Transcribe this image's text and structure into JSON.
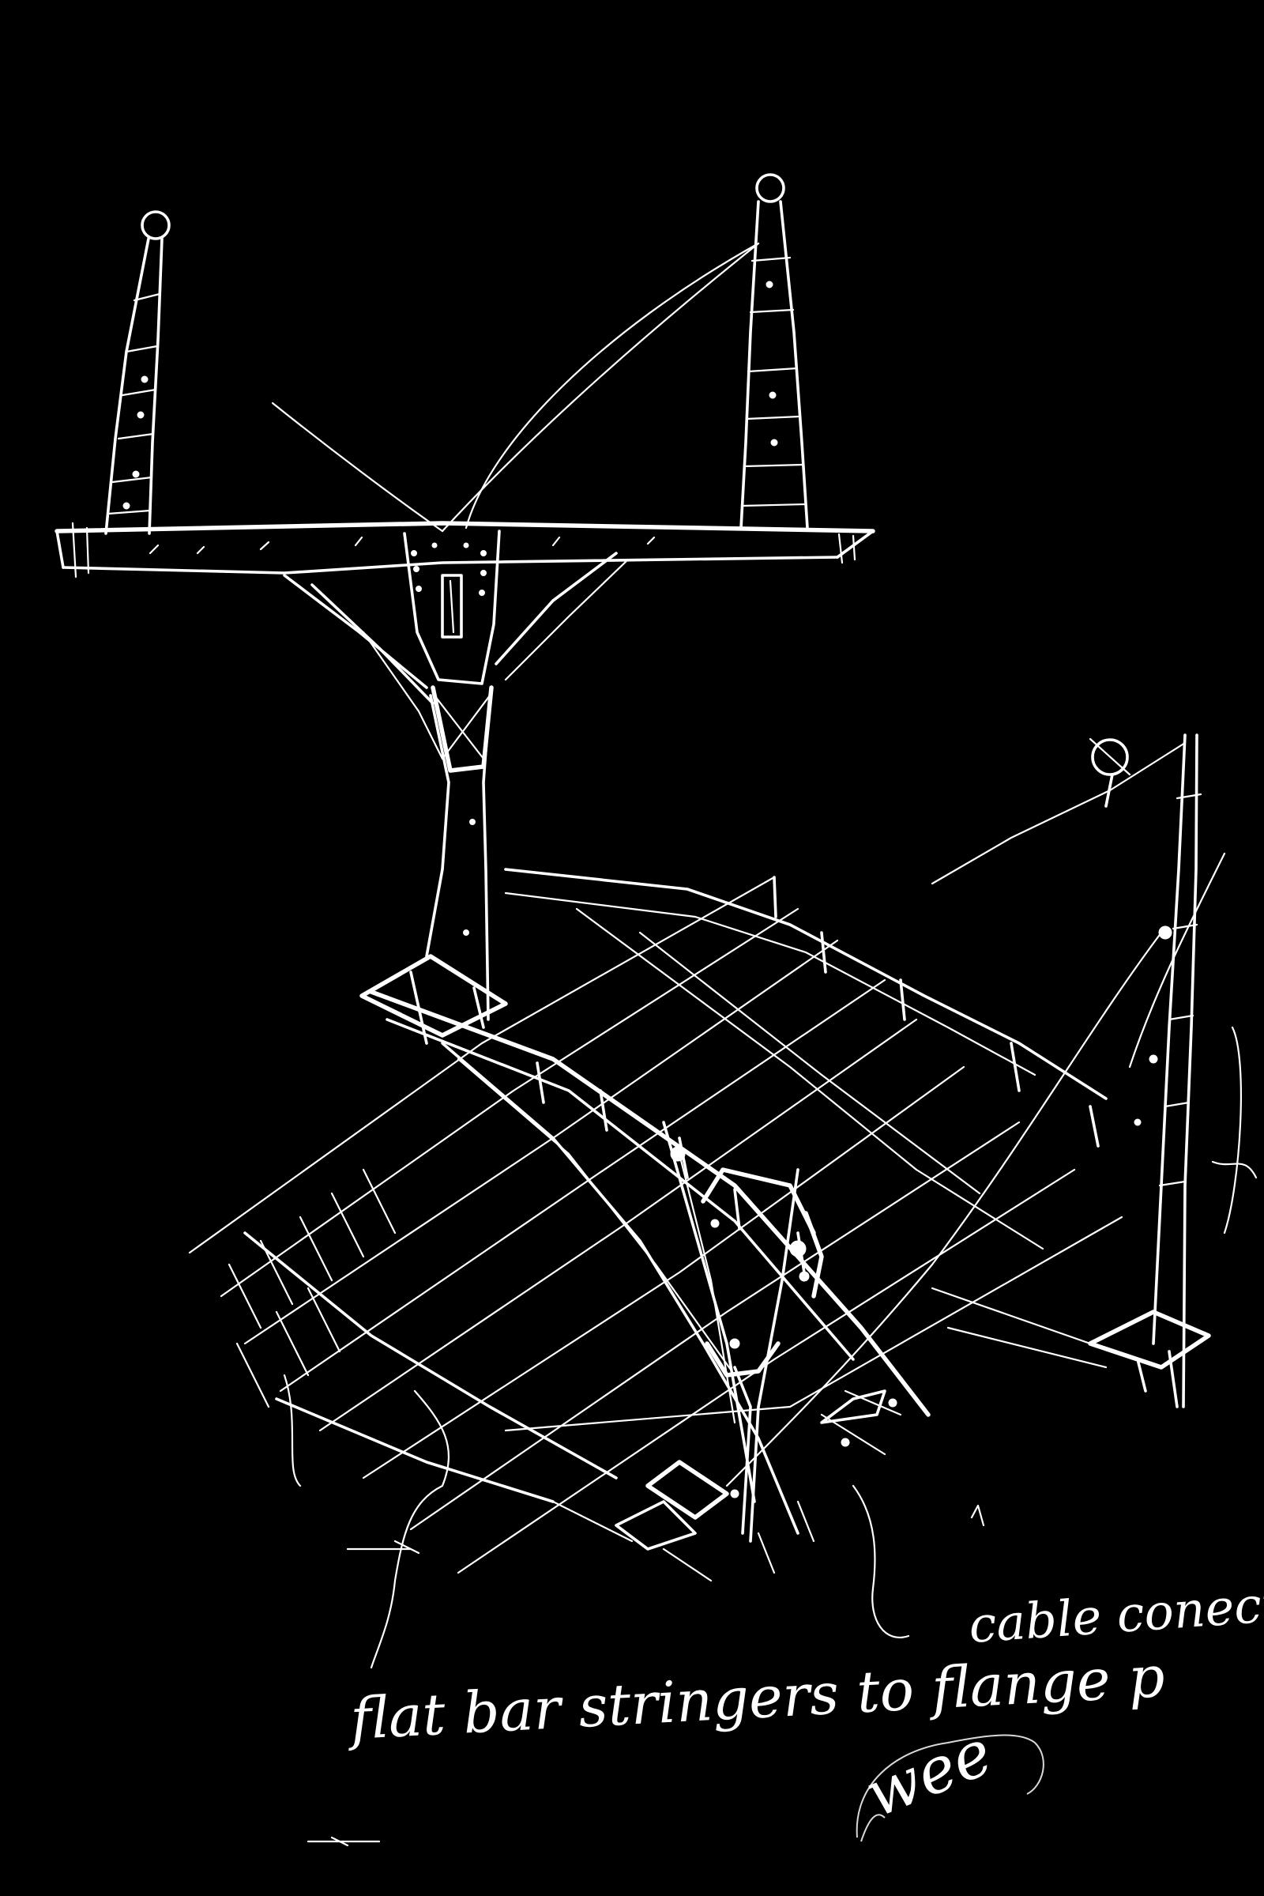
{
  "annotations": {
    "cable_label": "cable conect",
    "stringer_label": "flat bar stringers  to flange p",
    "mark_text": "wee"
  },
  "colors": {
    "background": "#000000",
    "ink": "#ffffff"
  }
}
